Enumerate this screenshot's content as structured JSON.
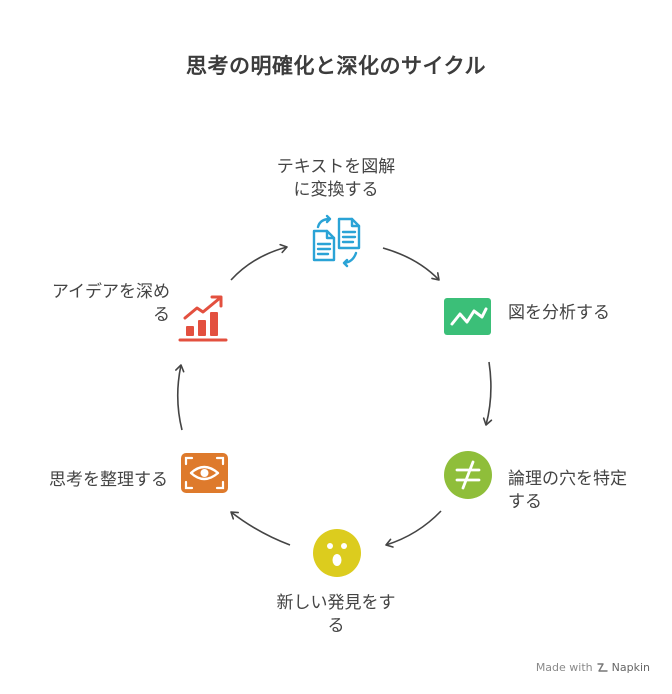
{
  "title": "思考の明確化と深化のサイクル",
  "steps": [
    {
      "label": "テキストを図解\nに変換する",
      "icon": "documents-swap-icon",
      "color": "#2aa3d6"
    },
    {
      "label": "図を分析する",
      "icon": "line-chart-icon",
      "color": "#3bbf78"
    },
    {
      "label": "論理の穴を特定\nする",
      "icon": "not-equal-icon",
      "color": "#8fbe3a"
    },
    {
      "label": "新しい発見をす\nる",
      "icon": "surprised-face-icon",
      "color": "#dccc1e"
    },
    {
      "label": "思考を整理する",
      "icon": "eye-scan-icon",
      "color": "#de7a2c"
    },
    {
      "label": "アイデアを深め\nる",
      "icon": "growth-chart-icon",
      "color": "#e3503f"
    }
  ],
  "footer": {
    "prefix": "Made with",
    "brand": "Napkin"
  }
}
